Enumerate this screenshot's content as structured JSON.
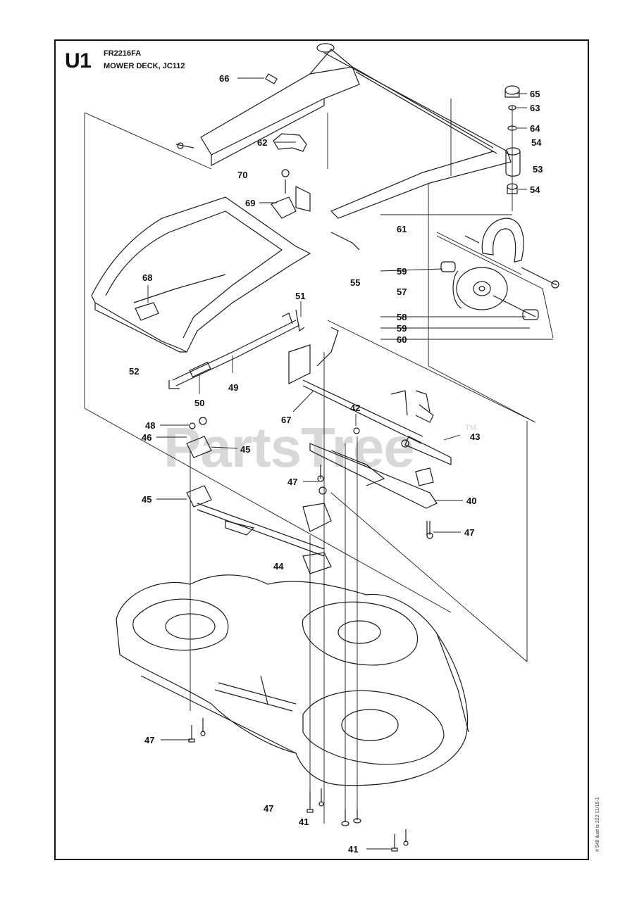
{
  "header": {
    "page_code": "U1",
    "model": "FR2216FA",
    "section_title": "MOWER DECK, JC112"
  },
  "watermark": {
    "text": "PartsTree",
    "trademark": "TM"
  },
  "side_note": "# 549 ilust is 222 11/15-1",
  "callouts": {
    "c66": "66",
    "c62": "62",
    "c70": "70",
    "c69": "69",
    "c68": "68",
    "c65": "65",
    "c63": "63",
    "c64": "64",
    "c54a": "54",
    "c53": "53",
    "c54b": "54",
    "c61": "61",
    "c55": "55",
    "c57": "57",
    "c59a": "59",
    "c58": "58",
    "c59b": "59",
    "c60": "60",
    "c51": "51",
    "c52": "52",
    "c49": "49",
    "c50": "50",
    "c67": "67",
    "c42": "42",
    "c43": "43",
    "c48": "48",
    "c46": "46",
    "c45a": "45",
    "c45b": "45",
    "c47a": "47",
    "c40": "40",
    "c47b": "47",
    "c44": "44",
    "c47c": "47",
    "c47d": "47",
    "c41a": "41",
    "c41b": "41"
  },
  "colors": {
    "line": "#1a1a1a",
    "frame": "#111111",
    "watermark": "#d8d8d8"
  }
}
